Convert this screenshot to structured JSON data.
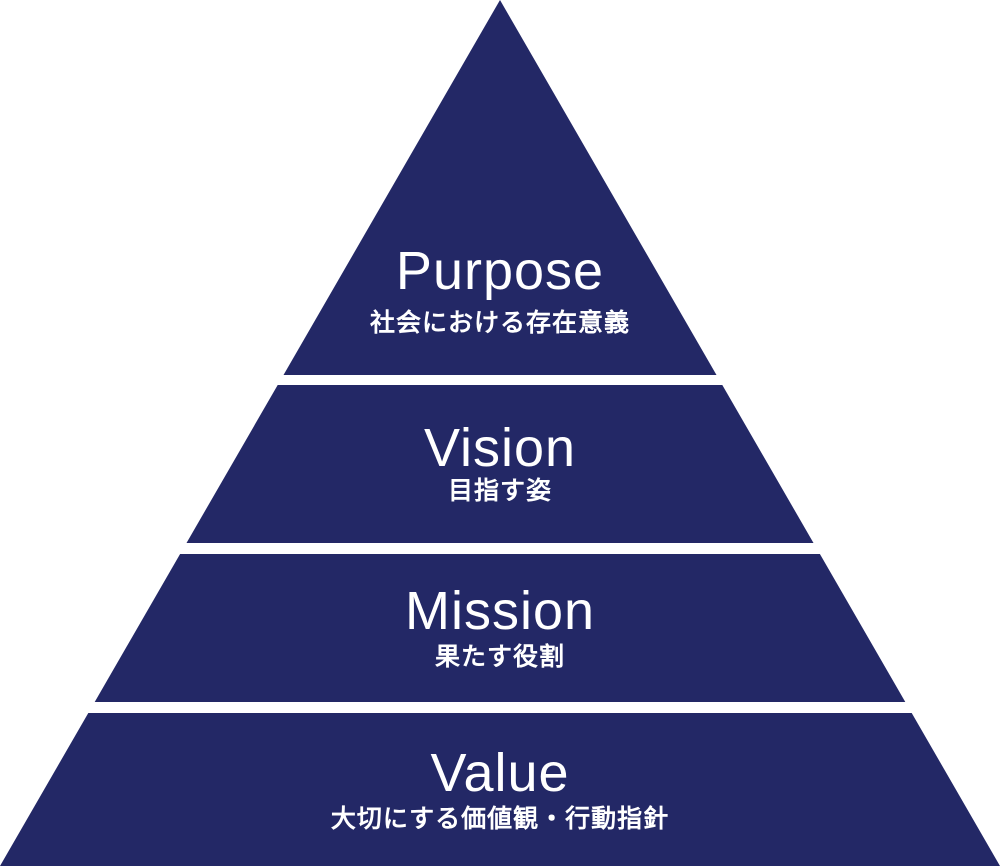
{
  "pyramid": {
    "fill_color": "#232866",
    "text_color": "#ffffff",
    "background_color": "#ffffff",
    "layers": [
      {
        "id": "purpose",
        "label": "Purpose",
        "sublabel": "社会における存在意義"
      },
      {
        "id": "vision",
        "label": "Vision",
        "sublabel": "目指す姿"
      },
      {
        "id": "mission",
        "label": "Mission",
        "sublabel": "果たす役割"
      },
      {
        "id": "value",
        "label": "Value",
        "sublabel": "大切にする価値観・行動指針"
      }
    ]
  }
}
